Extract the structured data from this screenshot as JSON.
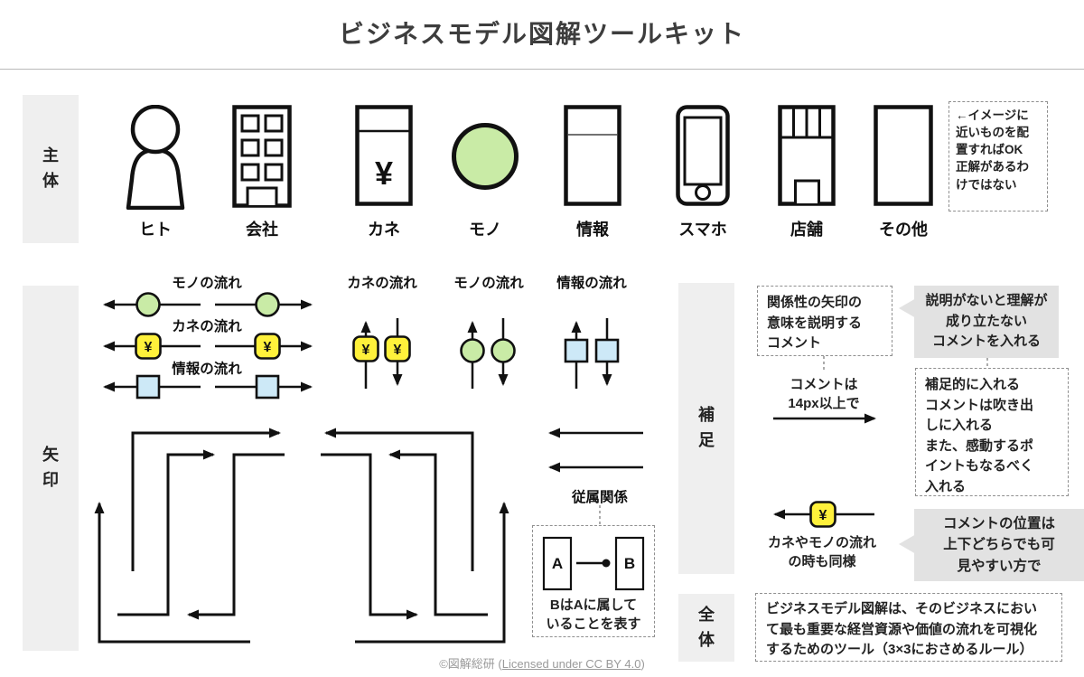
{
  "header": {
    "title": "ビジネスモデル図解ツールキット"
  },
  "sections": {
    "subject": {
      "label": "主体"
    },
    "arrow": {
      "label": "矢印"
    },
    "supplement": {
      "label": "補足"
    },
    "overall": {
      "label": "全体"
    }
  },
  "subjects": [
    {
      "label": "ヒト"
    },
    {
      "label": "会社"
    },
    {
      "label": "カネ"
    },
    {
      "label": "モノ"
    },
    {
      "label": "情報"
    },
    {
      "label": "スマホ"
    },
    {
      "label": "店舗"
    },
    {
      "label": "その他"
    }
  ],
  "subject_note": {
    "text": "←イメージに近いものを配置すればOK\n正解があるわけではない"
  },
  "flow_labels": {
    "mono": "モノの流れ",
    "kane": "カネの流れ",
    "joho": "情報の流れ"
  },
  "dependency": {
    "label": "従属関係",
    "box_a": "A",
    "box_b": "B",
    "caption": "BはAに属して\nいることを表す"
  },
  "supplement": {
    "comment1": "関係性の矢印の\n意味を説明する\nコメント",
    "bubble1": "説明がないと理解が\n成り立たない\nコメントを入れる",
    "arrow_note": "コメントは\n14px以上で",
    "comment2": "補足的に入れる\nコメントは吹き出\nしに入れる\nまた、感動するポ\nイントもなるべく\n入れる",
    "money_note": "カネやモノの流れ\nの時も同様",
    "bubble2": "コメントの位置は\n上下どちらでも可\n見やすい方で"
  },
  "overall": {
    "text": "ビジネスモデル図解は、そのビジネスにおい\nて最も重要な経営資源や価値の流れを可視化\nするためのツール（3×3におさめるルール）"
  },
  "footer": {
    "prefix": "©図解総研 (",
    "link": "Licensed under CC BY 4.0",
    "suffix": ")"
  },
  "symbols": {
    "yen": "¥"
  },
  "colors": {
    "money": "#fff13b",
    "goods": "#c9eba6",
    "info": "#cde9f7",
    "band": "#efefef",
    "bubble": "#e2e2e2"
  }
}
